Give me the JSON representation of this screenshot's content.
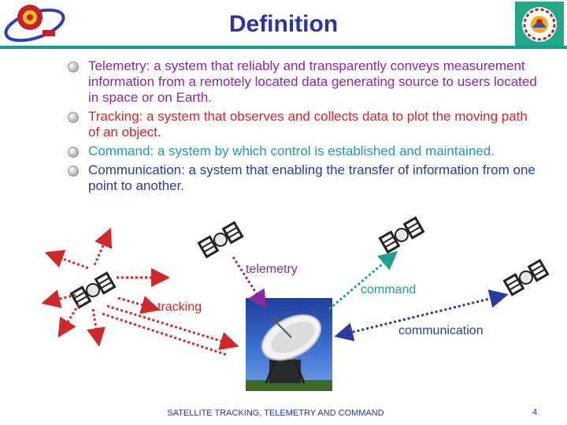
{
  "slide": {
    "title": "Definition",
    "bullets": [
      {
        "text": "Telemetry: a system that reliably and transparently conveys measurement information from a remotely located data generating source to users located in space or on Earth.",
        "color": "#8a2aa0"
      },
      {
        "text": "Tracking: a system that observes and collects data to plot the moving path of an object.",
        "color": "#d0282a"
      },
      {
        "text": "Command: a system by which control is established and maintained.",
        "color": "#1fa090"
      },
      {
        "text": "Communication: a system that enabling the transfer of information from one point to another.",
        "color": "#2d3b9e"
      }
    ],
    "footer": "SATELLITE TRACKING, TELEMETRY AND COMMAND",
    "page_number": "4"
  },
  "diagram": {
    "labels": {
      "telemetry": "telemetry",
      "tracking": "tracking",
      "command": "command",
      "communication": "communication"
    }
  },
  "colors": {
    "title": "#2b33a8",
    "rule": "#1a9a8a",
    "tracking_arrows": "#d0282a",
    "telemetry_arrow": "#8a2aa0",
    "command_arrow": "#1fa090",
    "communication_arrow": "#2d3b9e"
  },
  "icons": [
    "bullet-icon",
    "satellite-icon",
    "radar-dish-icon",
    "organization-logo-icon"
  ]
}
